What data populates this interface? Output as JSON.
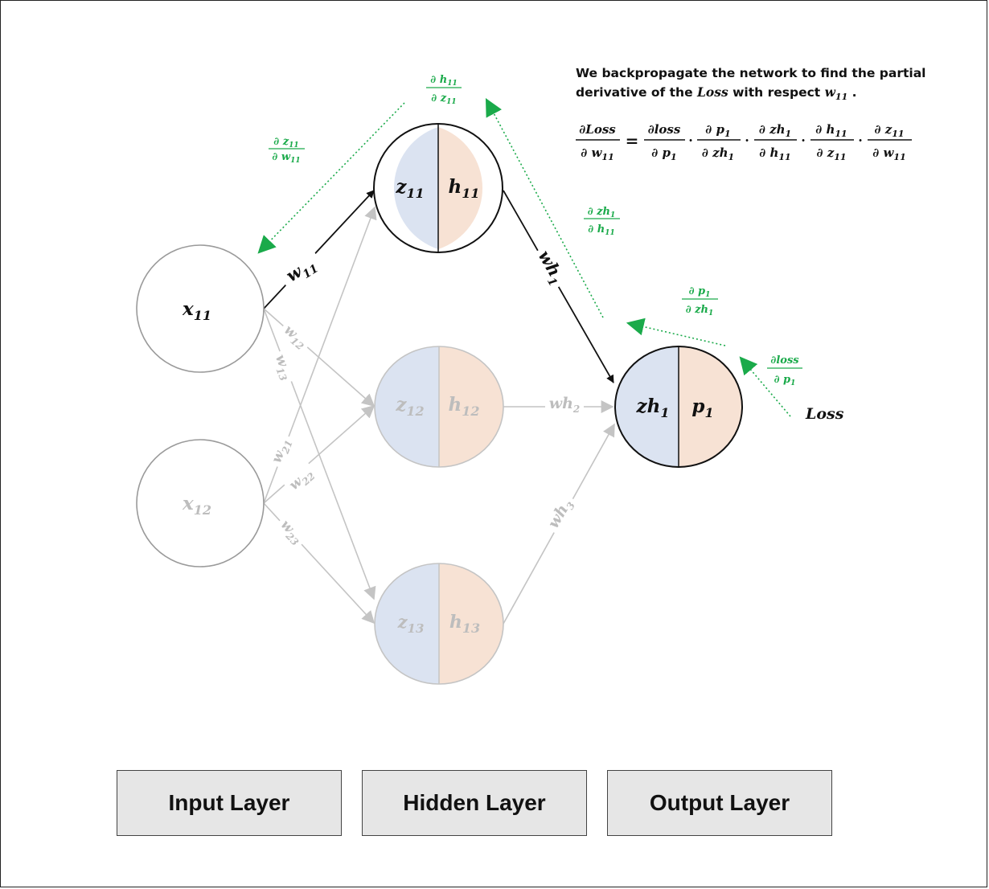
{
  "description": {
    "line1": "We backpropagate the network to find the partial",
    "line2_prefix": "derivative of the ",
    "line2_var": "Loss",
    "line2_middle": " with respect ",
    "line2_w": "w",
    "line2_w_sub": "11",
    "line2_end": " ."
  },
  "equation": {
    "lhs": {
      "num": "∂Loss",
      "den_main": "∂ w",
      "den_sub": "11"
    },
    "equals": "=",
    "dot": "·",
    "terms": [
      {
        "num_main": "∂loss",
        "num_sub": "",
        "den_main": "∂ p",
        "den_sub": "1"
      },
      {
        "num_main": "∂ p",
        "num_sub": "1",
        "den_main": "∂ zh",
        "den_sub": "1"
      },
      {
        "num_main": "∂ zh",
        "num_sub": "1",
        "den_main": "∂ h",
        "den_sub": "11"
      },
      {
        "num_main": "∂ h",
        "num_sub": "11",
        "den_main": "∂ z",
        "den_sub": "11"
      },
      {
        "num_main": "∂ z",
        "num_sub": "11",
        "den_main": "∂ w",
        "den_sub": "11"
      }
    ]
  },
  "gradient_labels": {
    "dz11_dw11": {
      "num_main": "∂ z",
      "num_sub": "11",
      "den_main": "∂ w",
      "den_sub": "11"
    },
    "dh11_dz11": {
      "num_main": "∂ h",
      "num_sub": "11",
      "den_main": "∂ z",
      "den_sub": "11"
    },
    "dzh1_dh11": {
      "num_main": "∂ zh",
      "num_sub": "1",
      "den_main": "∂ h",
      "den_sub": "11"
    },
    "dp1_dzh1": {
      "num_main": "∂ p",
      "num_sub": "1",
      "den_main": "∂ zh",
      "den_sub": "1"
    },
    "dloss_dp1": {
      "num_main": "∂loss",
      "num_sub": "",
      "den_main": "∂ p",
      "den_sub": "1"
    }
  },
  "nodes": {
    "x11": {
      "main": "x",
      "sub": "11"
    },
    "x12": {
      "main": "x",
      "sub": "12"
    },
    "z11": {
      "main": "z",
      "sub": "11"
    },
    "h11": {
      "main": "h",
      "sub": "11"
    },
    "z12": {
      "main": "z",
      "sub": "12"
    },
    "h12": {
      "main": "h",
      "sub": "12"
    },
    "z13": {
      "main": "z",
      "sub": "13"
    },
    "h13": {
      "main": "h",
      "sub": "13"
    },
    "zh1": {
      "main": "zh",
      "sub": "1"
    },
    "p1": {
      "main": "p",
      "sub": "1"
    }
  },
  "weights": {
    "w11": {
      "main": "w",
      "sub": "11"
    },
    "w12": {
      "main": "w",
      "sub": "12"
    },
    "w13": {
      "main": "w",
      "sub": "13"
    },
    "w21": {
      "main": "w",
      "sub": "21"
    },
    "w22": {
      "main": "w",
      "sub": "22"
    },
    "w23": {
      "main": "w",
      "sub": "23"
    },
    "wh1": {
      "main": "wh",
      "sub": "1"
    },
    "wh2": {
      "main": "wh",
      "sub": "2"
    },
    "wh3": {
      "main": "wh",
      "sub": "3"
    }
  },
  "loss_label": "Loss",
  "layers": {
    "input": "Input Layer",
    "hidden": "Hidden Layer",
    "output": "Output Layer"
  },
  "colors": {
    "gradient": "#1aaa4a",
    "z_fill": "#dbe3f1",
    "h_fill": "#f7e2d4",
    "active": "#111111",
    "inactive": "#bdbdbd"
  }
}
